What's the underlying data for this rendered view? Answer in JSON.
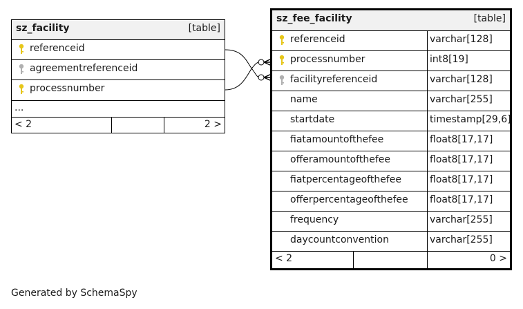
{
  "tables": [
    {
      "name": "sz_facility",
      "kind": "[table]",
      "columns": [
        {
          "name": "referenceid",
          "key": "primary"
        },
        {
          "name": "agreementreferenceid",
          "key": "foreign"
        },
        {
          "name": "processnumber",
          "key": "primary"
        }
      ],
      "more": "...",
      "footer": {
        "left": "< 2",
        "right": "2 >"
      }
    },
    {
      "name": "sz_fee_facility",
      "kind": "[table]",
      "columns": [
        {
          "name": "referenceid",
          "type": "varchar[128]",
          "key": "primary"
        },
        {
          "name": "processnumber",
          "type": "int8[19]",
          "key": "primary"
        },
        {
          "name": "facilityreferenceid",
          "type": "varchar[128]",
          "key": "foreign"
        },
        {
          "name": "name",
          "type": "varchar[255]",
          "key": ""
        },
        {
          "name": "startdate",
          "type": "timestamp[29,6]",
          "key": ""
        },
        {
          "name": "fiatamountofthefee",
          "type": "float8[17,17]",
          "key": ""
        },
        {
          "name": "offeramountofthefee",
          "type": "float8[17,17]",
          "key": ""
        },
        {
          "name": "fiatpercentageofthefee",
          "type": "float8[17,17]",
          "key": ""
        },
        {
          "name": "offerpercentageofthefee",
          "type": "float8[17,17]",
          "key": ""
        },
        {
          "name": "frequency",
          "type": "varchar[255]",
          "key": ""
        },
        {
          "name": "daycountconvention",
          "type": "varchar[255]",
          "key": ""
        }
      ],
      "footer": {
        "left": "< 2",
        "right": "0 >"
      }
    }
  ],
  "colors": {
    "primary_key": "#e6c619",
    "foreign_key": "#b0b0b0",
    "header_bg": "#f1f1f1"
  },
  "generated_by": "Generated by SchemaSpy"
}
